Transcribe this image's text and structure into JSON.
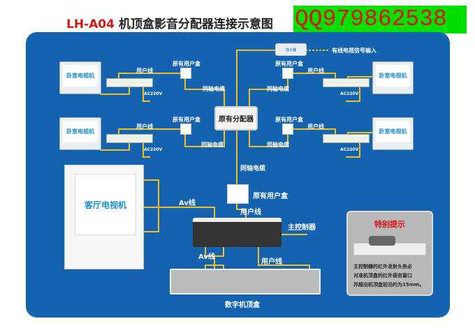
{
  "title": {
    "model": "LH-A04",
    "text": "机顶盒影音分配器连接示意图"
  },
  "watermark": "QQ979862538",
  "amplifier": {
    "label": "放大器",
    "signal_input": "有线电视信号输入"
  },
  "bedroom_tv": "卧室电视机",
  "wall_box": "原有用户盒",
  "user_line": "用户线",
  "coax": "同轴电缆",
  "power": "AC220V",
  "splitter": "原有分配器",
  "living_tv": "客厅电视机",
  "av_line": "Av线",
  "controller": "主控制器",
  "stb": "数字机顶盒",
  "tip": {
    "heading": "特别提示",
    "lines": [
      "主控制器的红外发射头务必",
      "对准机顶盒的红外接收窗口",
      "并超出机顶盒前沿约为15mm。"
    ]
  },
  "colors": {
    "panel": "#1463b0",
    "cable": "#f0c020",
    "watermark_bg": "#00e000",
    "watermark_text": "#e01010"
  }
}
